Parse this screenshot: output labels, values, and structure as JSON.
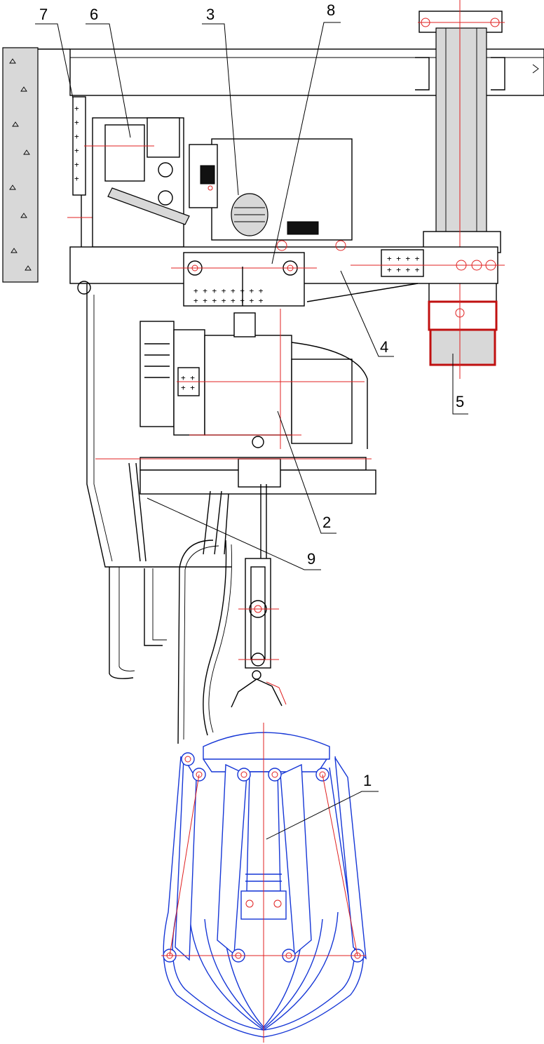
{
  "callouts": [
    {
      "id": "1",
      "part": "grab"
    },
    {
      "id": "2",
      "part": "motor-unit"
    },
    {
      "id": "3",
      "part": "drive"
    },
    {
      "id": "4",
      "part": "carriage-beam"
    },
    {
      "id": "5",
      "part": "pivot-column"
    },
    {
      "id": "6",
      "part": "control-cabinet"
    },
    {
      "id": "7",
      "part": "rail-ladder"
    },
    {
      "id": "8",
      "part": "mounting-plate"
    },
    {
      "id": "9",
      "part": "hose-bundle"
    }
  ],
  "colors": {
    "outline": "#000000",
    "centerline": "#e02020",
    "grab": "#1536d6",
    "wall_fill": "#d8d8d8"
  }
}
